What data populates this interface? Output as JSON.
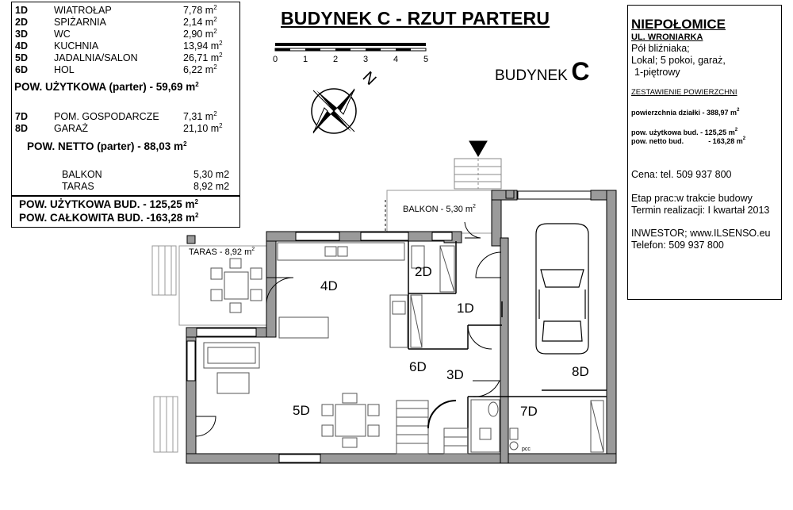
{
  "title": "BUDYNEK C - RZUT PARTERU",
  "building_label": {
    "word": "BUDYNEK",
    "letter": "C"
  },
  "scale": {
    "ticks": [
      "0",
      "1",
      "2",
      "3",
      "4",
      "5"
    ]
  },
  "north_label": "N",
  "rooms_upper": [
    {
      "code": "1D",
      "name": "WIATROŁAP",
      "area": "7,78 m",
      "unit_sup": "2"
    },
    {
      "code": "2D",
      "name": "SPIŻARNIA",
      "area": "2,14 m",
      "unit_sup": "2"
    },
    {
      "code": "3D",
      "name": "WC",
      "area": "2,90 m",
      "unit_sup": "2"
    },
    {
      "code": "4D",
      "name": "KUCHNIA",
      "area": "13,94 m",
      "unit_sup": "2"
    },
    {
      "code": "5D",
      "name": "JADALNIA/SALON",
      "area": "26,71 m",
      "unit_sup": "2"
    },
    {
      "code": "6D",
      "name": "HOL",
      "area": "6,22 m",
      "unit_sup": "2"
    }
  ],
  "pow_uzytkowa_parter": "POW. UŻYTKOWA (parter) - 59,69 m",
  "rooms_lower": [
    {
      "code": "7D",
      "name": "POM. GOSPODARCZE",
      "area": "7,31 m",
      "unit_sup": "2"
    },
    {
      "code": "8D",
      "name": "GARAŻ",
      "area": "21,10 m",
      "unit_sup": "2"
    }
  ],
  "pow_netto_parter": "POW. NETTO (parter) - 88,03 m",
  "extras": [
    {
      "name": "BALKON",
      "area": "5,30 m2"
    },
    {
      "name": "TARAS",
      "area": "8,92 m2"
    }
  ],
  "pow_uzytkowa_bud": "POW. UŻYTKOWA BUD. - 125,25 m",
  "pow_calkowita_bud": "POW. CAŁKOWITA BUD. -163,28 m",
  "sup2": "2",
  "info": {
    "city": "NIEPOŁOMICE",
    "street": "UL. WRONIARKA",
    "line1": "Pół bliźniaka;",
    "line2": "Lokal; 5 pokoi, garaż,",
    "line3": "1-piętrowy",
    "summary_heading": "ZESTAWIENIE POWIERZCHNI",
    "plot_area": "powierzchnia działki - 388,97 m",
    "usable_area": "pow. użytkowa bud. - 125,25 m",
    "net_area_label": "pow. netto bud.",
    "net_area_value": "- 163,28 m",
    "price": "Cena: tel. 509 937 800",
    "stage": "Etap prac:w trakcie budowy",
    "deadline": "Termin realizacji: I kwartał 2013",
    "investor": "INWESTOR; www.ILSENSO.eu",
    "phone": "Telefon: 509 937 800"
  },
  "plan": {
    "taras_label": "TARAS - 8,92 m",
    "balkon_label": "BALKON - 5,30 m",
    "room_labels": [
      "1D",
      "2D",
      "3D",
      "4D",
      "5D",
      "6D",
      "7D",
      "8D"
    ],
    "pcc": "pcc"
  }
}
